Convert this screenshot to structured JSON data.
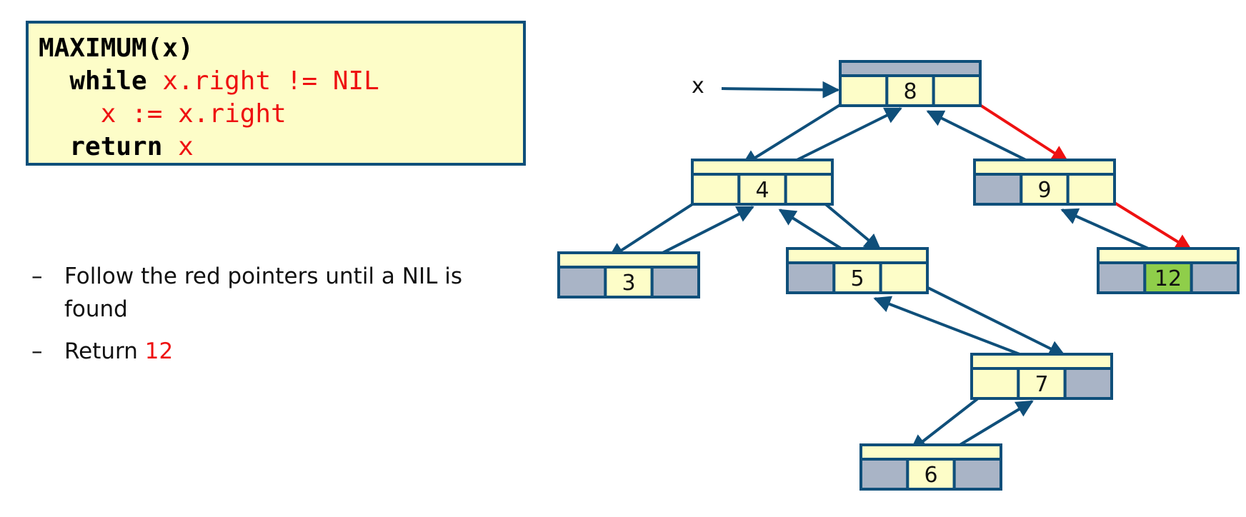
{
  "code": {
    "lines": [
      [
        {
          "t": "MAXIMUM(x)",
          "s": "kw"
        }
      ],
      [
        {
          "t": "  "
        },
        {
          "t": "while",
          "s": "kw"
        },
        {
          "t": " x.right != NIL",
          "s": "red"
        }
      ],
      [
        {
          "t": "    x := x.right",
          "s": "red"
        }
      ],
      [
        {
          "t": "  "
        },
        {
          "t": "return",
          "s": "kw"
        },
        {
          "t": " x",
          "s": "red"
        }
      ]
    ]
  },
  "bullets": [
    {
      "dash": "–",
      "text": "Follow the red pointers until a NIL is found",
      "highlight": ""
    },
    {
      "dash": "–",
      "text": "Return ",
      "highlight": "12"
    }
  ],
  "tree": {
    "pointer_label": "x",
    "nodes": [
      {
        "id": "n8",
        "key": "8",
        "root": true
      },
      {
        "id": "n4",
        "key": "4"
      },
      {
        "id": "n9",
        "key": "9",
        "left_nil": true
      },
      {
        "id": "n3",
        "key": "3",
        "left_nil": true,
        "right_nil": true
      },
      {
        "id": "n5",
        "key": "5",
        "left_nil": true
      },
      {
        "id": "n12",
        "key": "12",
        "left_nil": true,
        "right_nil": true,
        "highlight": true
      },
      {
        "id": "n7",
        "key": "7",
        "right_nil": true
      },
      {
        "id": "n6",
        "key": "6",
        "left_nil": true,
        "right_nil": true
      }
    ],
    "edges": [
      {
        "from": "n8",
        "to": "n4",
        "dir": "left",
        "red": false
      },
      {
        "from": "n8",
        "to": "n9",
        "dir": "right",
        "red": true
      },
      {
        "from": "n4",
        "to": "n3",
        "dir": "left",
        "red": false
      },
      {
        "from": "n4",
        "to": "n5",
        "dir": "right",
        "red": false
      },
      {
        "from": "n9",
        "to": "n12",
        "dir": "right",
        "red": true
      },
      {
        "from": "n5",
        "to": "n7",
        "dir": "right",
        "red": false
      },
      {
        "from": "n7",
        "to": "n6",
        "dir": "left",
        "red": false
      }
    ],
    "colors": {
      "node_fill": "#fdfdc8",
      "nil_fill": "#a9b4c6",
      "root_parent_fill": "#a9b4c6",
      "highlight_fill": "#8fce4a",
      "border": "#0f4f7a",
      "pointer": "#0f4f7a",
      "red_pointer": "#ee1111",
      "code_red": "#ee1111"
    }
  }
}
